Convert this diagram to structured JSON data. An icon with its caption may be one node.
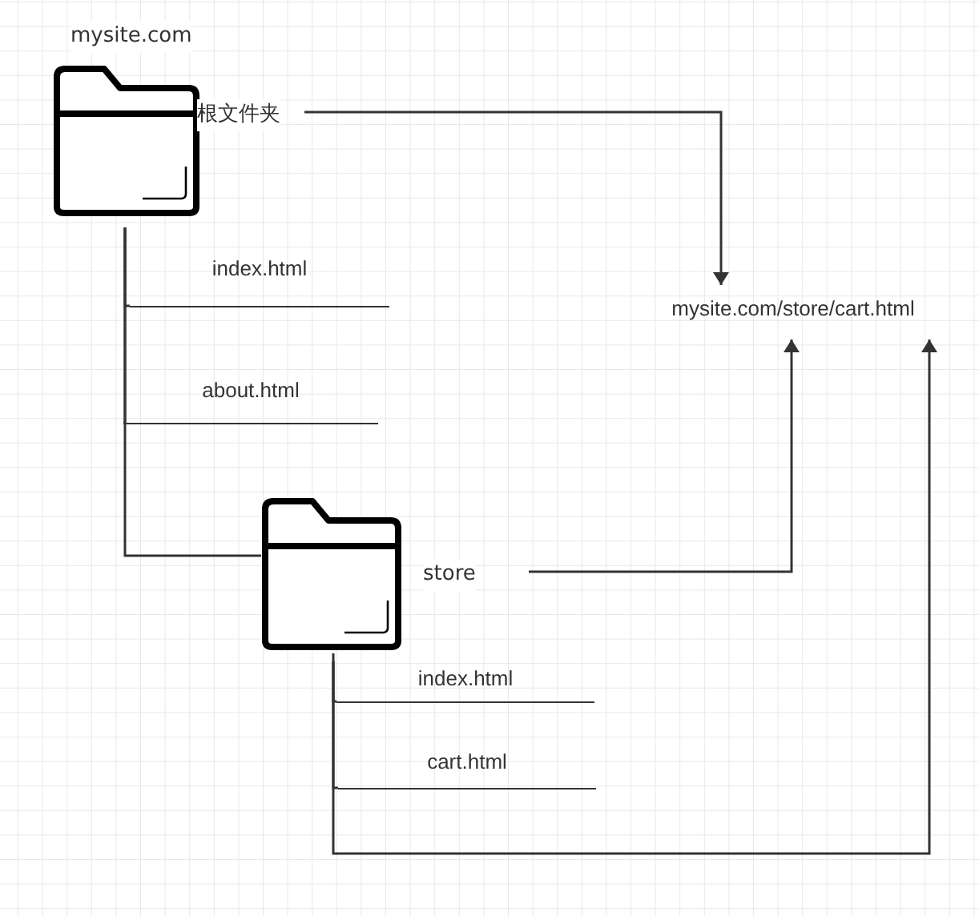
{
  "diagram": {
    "nodes": [
      {
        "text": [],
        "shape": "folder",
        "beside": [
          "mysite.com",
          "根文件夹"
        ]
      },
      {
        "text": [
          "index.html"
        ]
      },
      {
        "text": [
          "about.html"
        ]
      },
      {
        "text": [],
        "shape": "folder",
        "beside": [
          "store"
        ]
      },
      {
        "text": [
          "index.html"
        ]
      },
      {
        "text": [
          "cart.html"
        ]
      },
      {
        "text": [
          "mysite.com/store/cart.html"
        ]
      }
    ],
    "edges": [
      {
        "from": 0,
        "to": 1,
        "arrow": "none"
      },
      {
        "from": 0,
        "to": 2,
        "arrow": "none"
      },
      {
        "from": 0,
        "to": 3,
        "arrow": "none"
      },
      {
        "from": 3,
        "to": 4,
        "arrow": "none"
      },
      {
        "from": 3,
        "to": 5,
        "arrow": "none"
      },
      {
        "from": 0,
        "to": 6,
        "arrow": "to"
      },
      {
        "from": 3,
        "to": 6,
        "arrow": "to"
      },
      {
        "from": 3,
        "to": 6,
        "arrow": "to"
      }
    ]
  }
}
